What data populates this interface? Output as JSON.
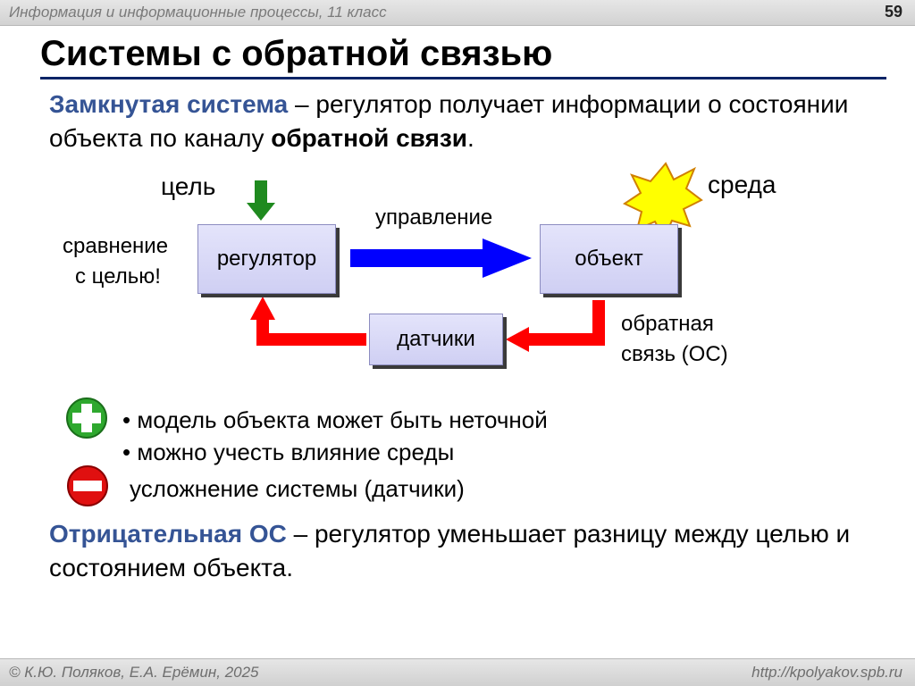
{
  "header": {
    "course": "Информация и информационные процессы, 11 класс",
    "page_number": "59"
  },
  "slide": {
    "title": "Системы с обратной связью",
    "closed_system": {
      "term": "Замкнутая система",
      "text_part1": " – регулятор получает информации о состоянии объекта по каналу ",
      "bold_term": "обратной связи",
      "text_end": "."
    },
    "negative_feedback": {
      "term": "Отрицательная ОС",
      "text": " – регулятор уменьшает разницу между целью и состоянием объекта."
    }
  },
  "diagram": {
    "goal_label": "цель",
    "environment_label": "среда",
    "control_label": "управление",
    "comparison_label_line1": "сравнение",
    "comparison_label_line2": "с целью!",
    "regulator_box": "регулятор",
    "object_box": "объект",
    "sensors_box": "датчики",
    "feedback_label_line1": "обратная",
    "feedback_label_line2": "связь (ОС)"
  },
  "pros_cons": {
    "pros": [
      "модель объекта может быть неточной",
      "можно учесть влияние среды"
    ],
    "cons": [
      "усложнение системы (датчики)"
    ],
    "bullet_char": "•"
  },
  "footer": {
    "authors": "© К.Ю. Поляков, Е.А. Ерёмин, 2025",
    "url": "http://kpolyakov.spb.ru"
  },
  "colors": {
    "title_rule": "#0b2466",
    "term_highlight": "#355495",
    "box_fill": "#d9d9f7",
    "control_arrow": "#0000ff",
    "feedback_arrow": "#ff0000",
    "goal_arrow": "#1f8a1f",
    "sun_fill": "#ffff00",
    "plus_green": "#2ea82e",
    "minus_red": "#e01010"
  }
}
